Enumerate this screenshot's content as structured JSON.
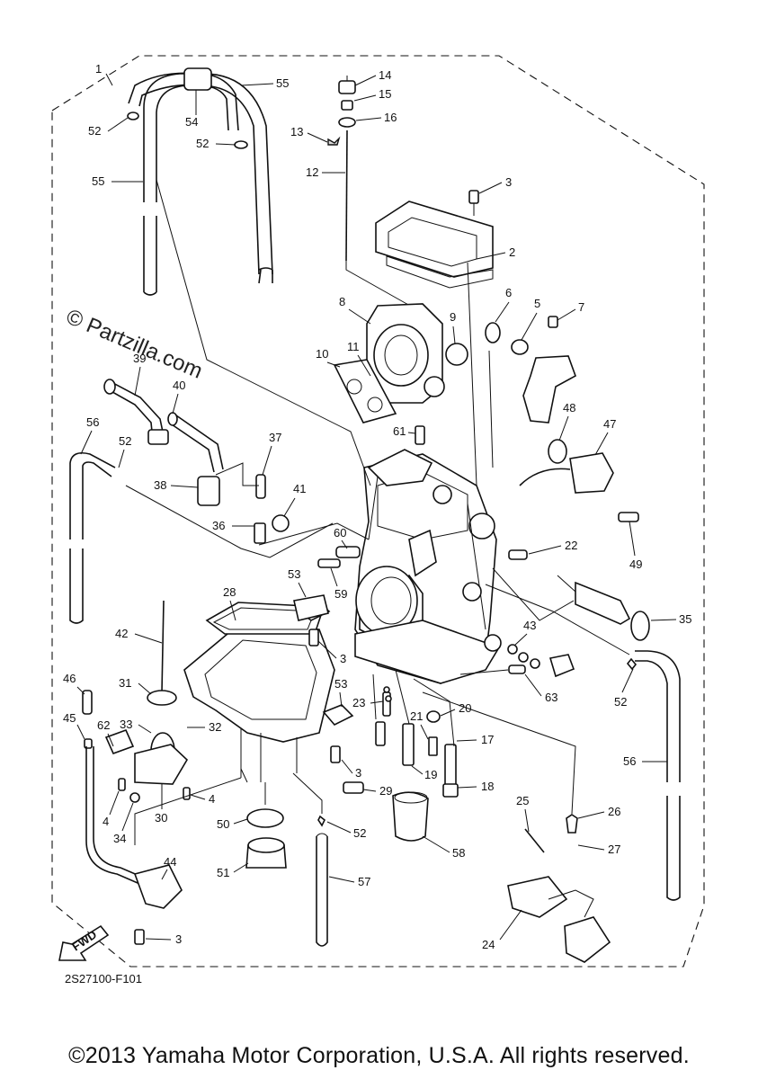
{
  "watermark": "© Partzilla.com",
  "diagram_code": "2S27100-F101",
  "direction_label": "FWD",
  "copyright": "©2013 Yamaha Motor Corporation, U.S.A. All rights reserved.",
  "callouts": {
    "c1": "1",
    "c2": "2",
    "c3a": "3",
    "c3b": "3",
    "c3c": "3",
    "c3d": "3",
    "c4a": "4",
    "c4b": "4",
    "c5": "5",
    "c6": "6",
    "c7": "7",
    "c8": "8",
    "c9": "9",
    "c10": "10",
    "c11": "11",
    "c12": "12",
    "c13": "13",
    "c14": "14",
    "c15": "15",
    "c16": "16",
    "c17": "17",
    "c18": "18",
    "c19": "19",
    "c20": "20",
    "c21": "21",
    "c22": "22",
    "c23": "23",
    "c24": "24",
    "c25": "25",
    "c26": "26",
    "c27": "27",
    "c28": "28",
    "c29": "29",
    "c30": "30",
    "c31": "31",
    "c32": "32",
    "c33": "33",
    "c34": "34",
    "c35": "35",
    "c36": "36",
    "c37": "37",
    "c38": "38",
    "c39": "39",
    "c40": "40",
    "c41": "41",
    "c42": "42",
    "c43": "43",
    "c44": "44",
    "c45": "45",
    "c46": "46",
    "c47": "47",
    "c48": "48",
    "c49": "49",
    "c50": "50",
    "c51": "51",
    "c52a": "52",
    "c52b": "52",
    "c52c": "52",
    "c52d": "52",
    "c52e": "52",
    "c53a": "53",
    "c53b": "53",
    "c54": "54",
    "c55a": "55",
    "c55b": "55",
    "c56a": "56",
    "c56b": "56",
    "c57": "57",
    "c58": "58",
    "c59": "59",
    "c60": "60",
    "c61": "61",
    "c62": "62",
    "c63": "63"
  }
}
